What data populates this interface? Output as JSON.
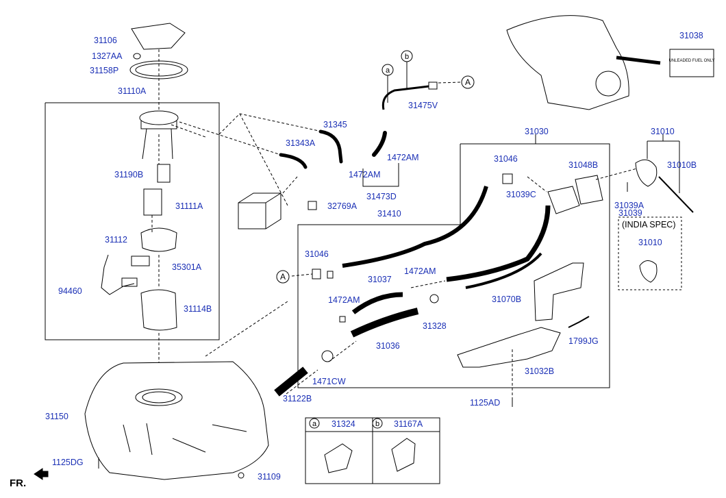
{
  "labels": {
    "p31106": "31106",
    "p1327AA": "1327AA",
    "p31158P": "31158P",
    "p31110A": "31110A",
    "p31190B": "31190B",
    "p31111A": "31111A",
    "p31112": "31112",
    "p35301A": "35301A",
    "p94460": "94460",
    "p31114B": "31114B",
    "p31150": "31150",
    "p1125DG": "1125DG",
    "p31109": "31109",
    "p31345": "31345",
    "p31343A": "31343A",
    "p1472AM_a": "1472AM",
    "p1472AM_b": "1472AM",
    "p31473D": "31473D",
    "p31475V": "31475V",
    "p32769A": "32769A",
    "p31410": "31410",
    "p31030": "31030",
    "p31046_a": "31046",
    "p31039C": "31039C",
    "p31048B": "31048B",
    "p31010": "31010",
    "p31010B": "31010B",
    "p31039A": "31039A",
    "p31039": "31039",
    "p31010_india": "31010",
    "p31038": "31038",
    "p31046_b": "31046",
    "p31037": "31037",
    "p1472AM_c": "1472AM",
    "p1472AM_d": "1472AM",
    "p31070B": "31070B",
    "p31328": "31328",
    "p31036": "31036",
    "p1799JG": "1799JG",
    "p1471CW": "1471CW",
    "p31122B": "31122B",
    "p31032B": "31032B",
    "p1125AD": "1125AD",
    "p31324": "31324",
    "p31167A": "31167A"
  },
  "india_spec": "(INDIA SPEC)",
  "callouts": {
    "a": "a",
    "b": "b",
    "A": "A"
  },
  "direction": "FR.",
  "fuel_label_lines": [
    "UNLEADED FUEL ONLY"
  ],
  "colors": {
    "label": "#1a2fb5",
    "line": "#000000"
  }
}
